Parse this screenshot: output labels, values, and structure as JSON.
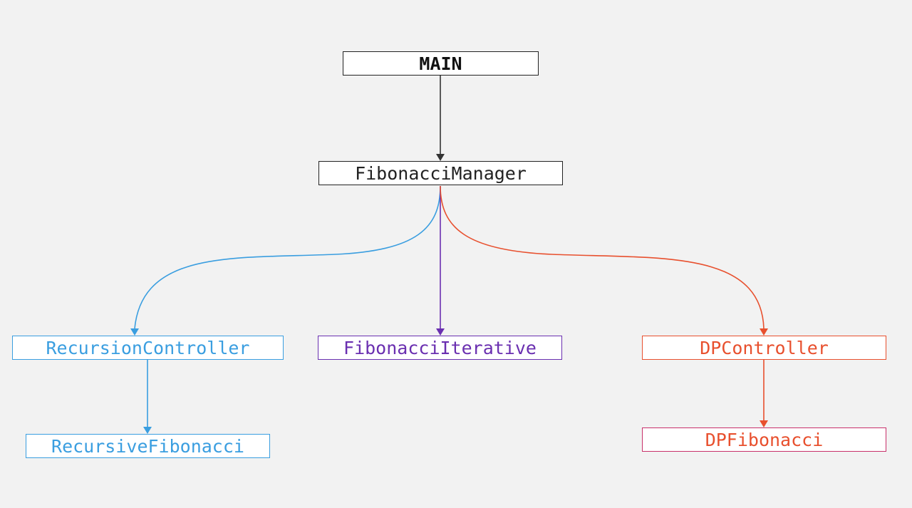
{
  "colors": {
    "background": "#f2f2f2",
    "neutral": "#222222",
    "recursion": "#3a9ee0",
    "iterative": "#6a2fb0",
    "dp": "#e8502e",
    "dp_fib_border": "#c8306a"
  },
  "nodes": [
    {
      "id": "main",
      "label": "MAIN",
      "color": "#222222",
      "text_color": "#111111"
    },
    {
      "id": "manager",
      "label": "FibonacciManager",
      "color": "#222222",
      "text_color": "#222222"
    },
    {
      "id": "recctrl",
      "label": "RecursionController",
      "color": "#3a9ee0",
      "text_color": "#3a9ee0"
    },
    {
      "id": "iter",
      "label": "FibonacciIterative",
      "color": "#6a2fb0",
      "text_color": "#6a2fb0"
    },
    {
      "id": "dpctrl",
      "label": "DPController",
      "color": "#e8502e",
      "text_color": "#e8502e"
    },
    {
      "id": "recfib",
      "label": "RecursiveFibonacci",
      "color": "#3a9ee0",
      "text_color": "#3a9ee0"
    },
    {
      "id": "dpfib",
      "label": "DPFibonacci",
      "color": "#c8306a",
      "text_color": "#e8502e"
    }
  ],
  "edges": [
    {
      "from": "main",
      "to": "manager",
      "color": "#333333"
    },
    {
      "from": "manager",
      "to": "recctrl",
      "color": "#3a9ee0"
    },
    {
      "from": "manager",
      "to": "iter",
      "color": "#6a2fb0"
    },
    {
      "from": "manager",
      "to": "dpctrl",
      "color": "#e8502e"
    },
    {
      "from": "recctrl",
      "to": "recfib",
      "color": "#3a9ee0"
    },
    {
      "from": "dpctrl",
      "to": "dpfib",
      "color": "#e8502e"
    }
  ]
}
